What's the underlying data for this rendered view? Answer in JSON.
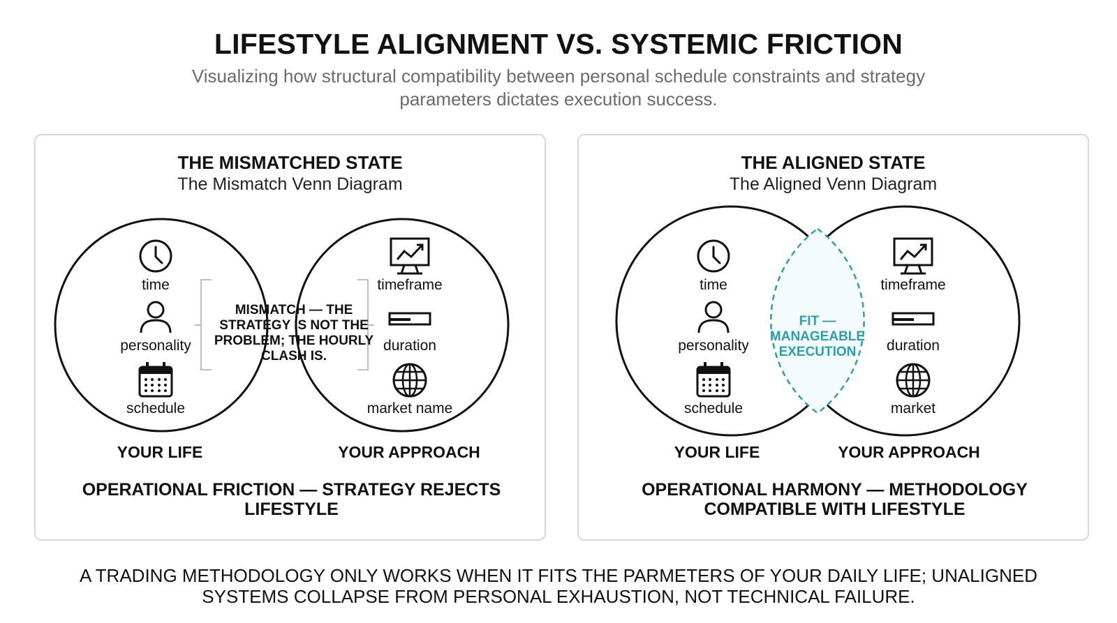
{
  "header": {
    "title": "LIFESTYLE ALIGNMENT VS. SYSTEMIC FRICTION",
    "subtitle": "Visualizing how structural compatibility between personal schedule constraints and strategy parameters dictates execution success."
  },
  "panels": [
    {
      "title": "THE MISMATCHED STATE",
      "subtitle": "The Mismatch Venn Diagram",
      "left_items": [
        "time",
        "personality",
        "schedule"
      ],
      "right_items": [
        "timeframe",
        "duration",
        "market name"
      ],
      "left_label": "YOUR LIFE",
      "right_label": "YOUR APPROACH",
      "center_note": "MISMATCH — THE STRATEGY IS NOT THE PROBLEM; THE HOURLY CLASH IS.",
      "footer": "OPERATIONAL FRICTION — STRATEGY REJECTS LIFESTYLE"
    },
    {
      "title": "THE ALIGNED STATE",
      "subtitle": "The Aligned Venn Diagram",
      "left_items": [
        "time",
        "personality",
        "schedule"
      ],
      "right_items": [
        "timeframe",
        "duration",
        "market"
      ],
      "left_label": "YOUR LIFE",
      "right_label": "YOUR APPROACH",
      "center_note": "FIT — MANAGEABLE EXECUTION",
      "footer": "OPERATIONAL HARMONY — METHODOLOGY COMPATIBLE WITH LIFESTYLE"
    }
  ],
  "footer": {
    "text": "A TRADING METHODOLOGY ONLY WORKS WHEN IT FITS THE PARMETERS OF YOUR DAILY LIFE; UNALIGNED SYSTEMS COLLAPSE FROM PERSONAL EXHAUSTION, NOT TECHNICAL FAILURE."
  },
  "icons": {
    "time": "clock-icon",
    "personality": "person-icon",
    "schedule": "calendar-icon",
    "timeframe": "chart-monitor-icon",
    "duration": "progress-bar-icon",
    "market": "globe-icon"
  },
  "colors": {
    "outline": "#111111",
    "accent": "#2a9fae",
    "panel_border": "#d8d8d8",
    "subtitle_gray": "#6b6b6b"
  }
}
